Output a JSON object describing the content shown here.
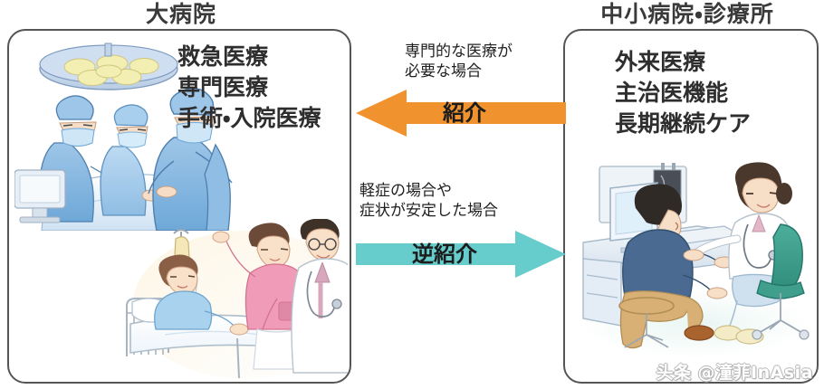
{
  "diagram": {
    "left_panel": {
      "title": "大病院",
      "services": [
        "救急医療",
        "専門医療",
        "手術・入院医療"
      ],
      "illustrations": [
        "operating-room-surgeons-illustration",
        "hospital-bed-patient-nurse-doctor-illustration"
      ]
    },
    "right_panel": {
      "title": "中小病院・診療所",
      "services": [
        "外来医療",
        "主治医機能",
        "長期継続ケア"
      ],
      "illustrations": [
        "clinic-consultation-doctor-patient-illustration"
      ]
    },
    "flows": [
      {
        "id": "referral",
        "caption_lines": [
          "専門的な医療が",
          "必要な場合"
        ],
        "label": "紹介",
        "direction": "left",
        "color": "#F0922E"
      },
      {
        "id": "back-referral",
        "caption_lines": [
          "軽症の場合や",
          "症状が安定した場合"
        ],
        "label": "逆紹介",
        "direction": "right",
        "color": "#66CCCC"
      }
    ]
  },
  "watermark": "头条 @潼菲InAsia",
  "colors": {
    "panel_border": "#555555",
    "text": "#2e2e2e",
    "arrow_referral": "#F0922E",
    "arrow_back_referral": "#66CCCC",
    "background": "#ffffff"
  }
}
